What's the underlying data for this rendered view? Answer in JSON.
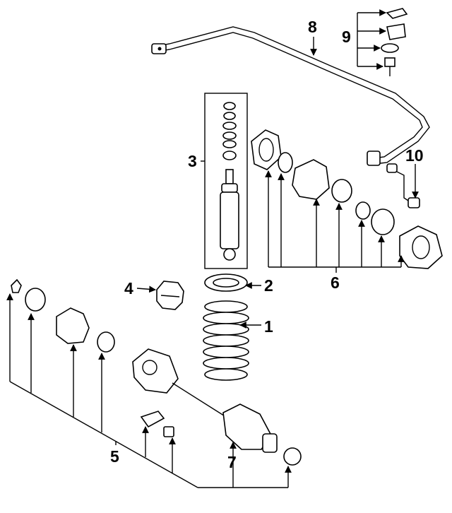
{
  "callouts": {
    "c1": "1",
    "c2": "2",
    "c3": "3",
    "c4": "4",
    "c5": "5",
    "c6": "6",
    "c7": "7",
    "c8": "8",
    "c9": "9",
    "c10": "10"
  },
  "colors": {
    "ink": "#000000",
    "paper": "#ffffff"
  }
}
